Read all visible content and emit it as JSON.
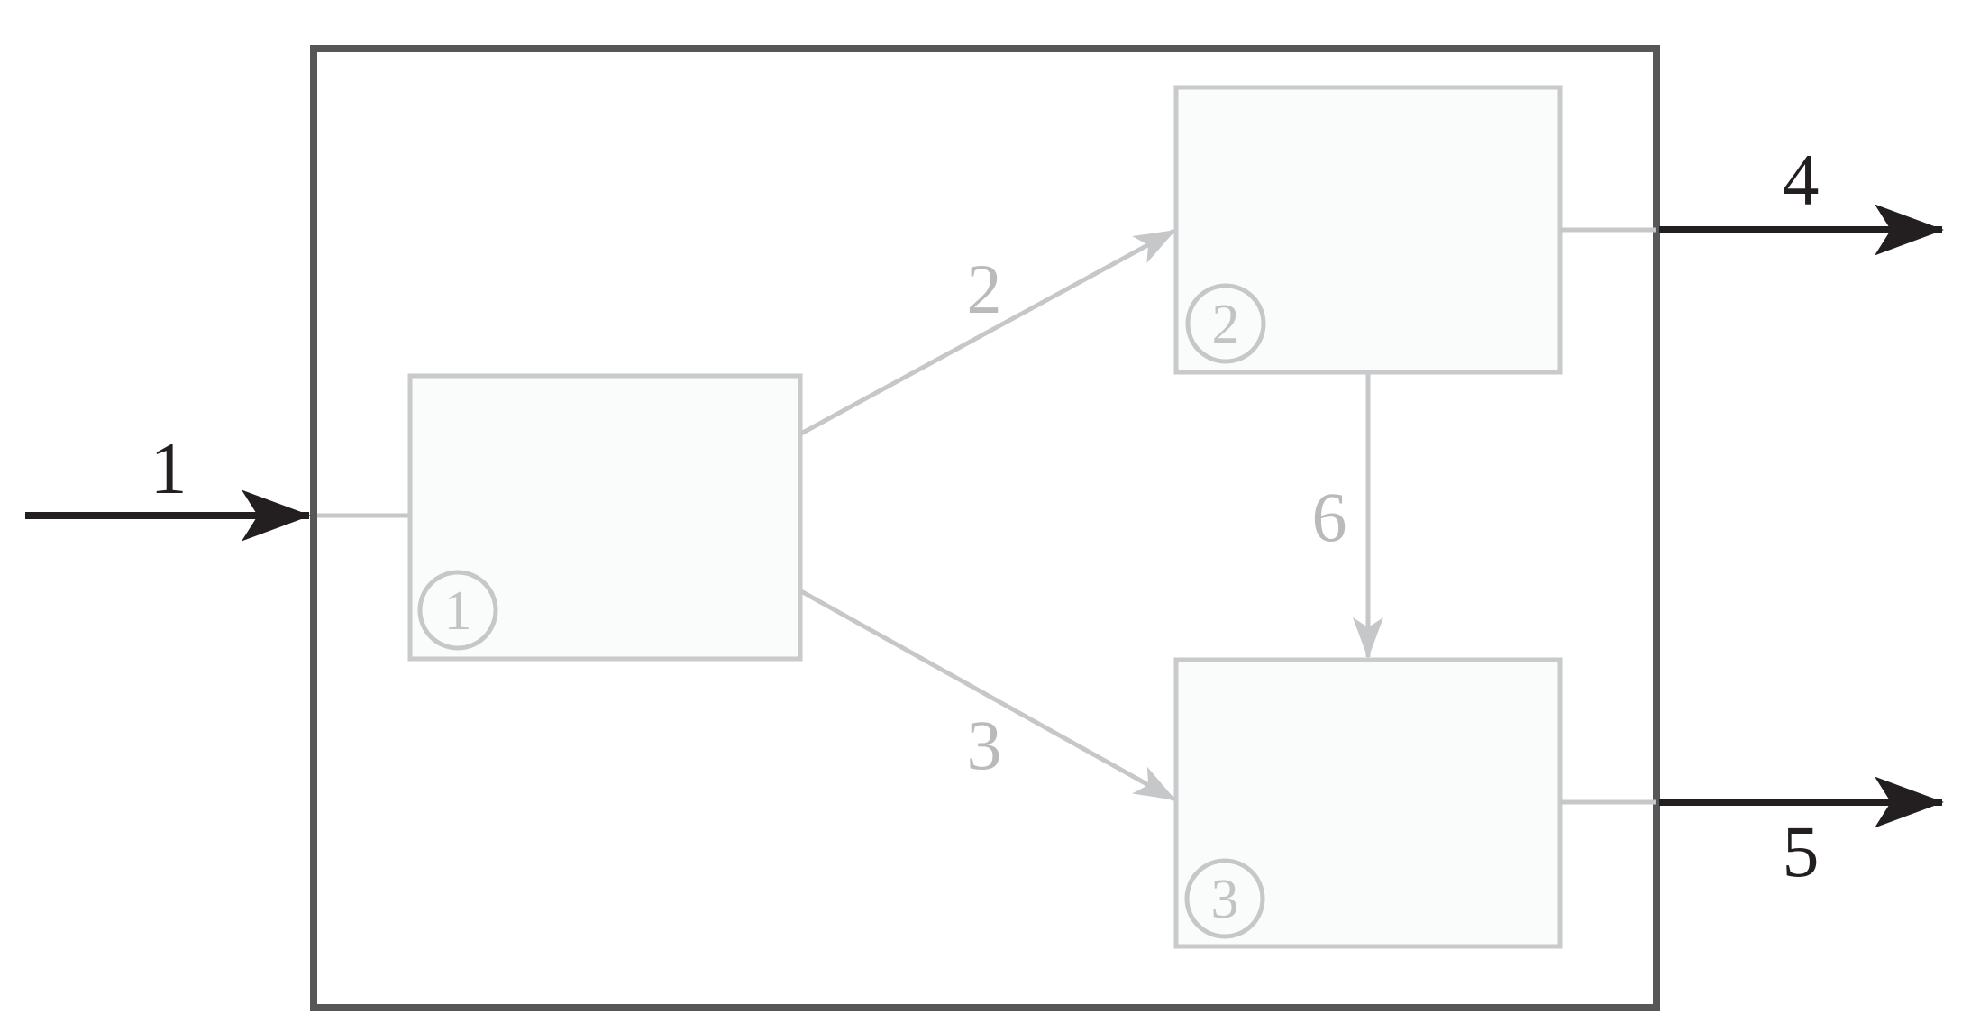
{
  "figure": {
    "kind": "block-flow-diagram",
    "units": [
      {
        "badge": "1"
      },
      {
        "badge": "2"
      },
      {
        "badge": "3"
      }
    ],
    "streams": {
      "input": {
        "label": "1"
      },
      "unit1_to_unit2": {
        "label": "2"
      },
      "unit1_to_unit3": {
        "label": "3"
      },
      "unit2_to_unit3": {
        "label": "6"
      },
      "output_top": {
        "label": "4"
      },
      "output_bottom": {
        "label": "5"
      }
    },
    "colors": {
      "boundary_border": "#57575a",
      "external_stream": "#231f20",
      "unit_border": "#c9cacc",
      "unit_fill": "#fafbfb",
      "internal_stream": "#c6c7c9",
      "internal_label": "#b9babc",
      "badge": "#c2c3c5",
      "background": "#ffffff"
    }
  }
}
